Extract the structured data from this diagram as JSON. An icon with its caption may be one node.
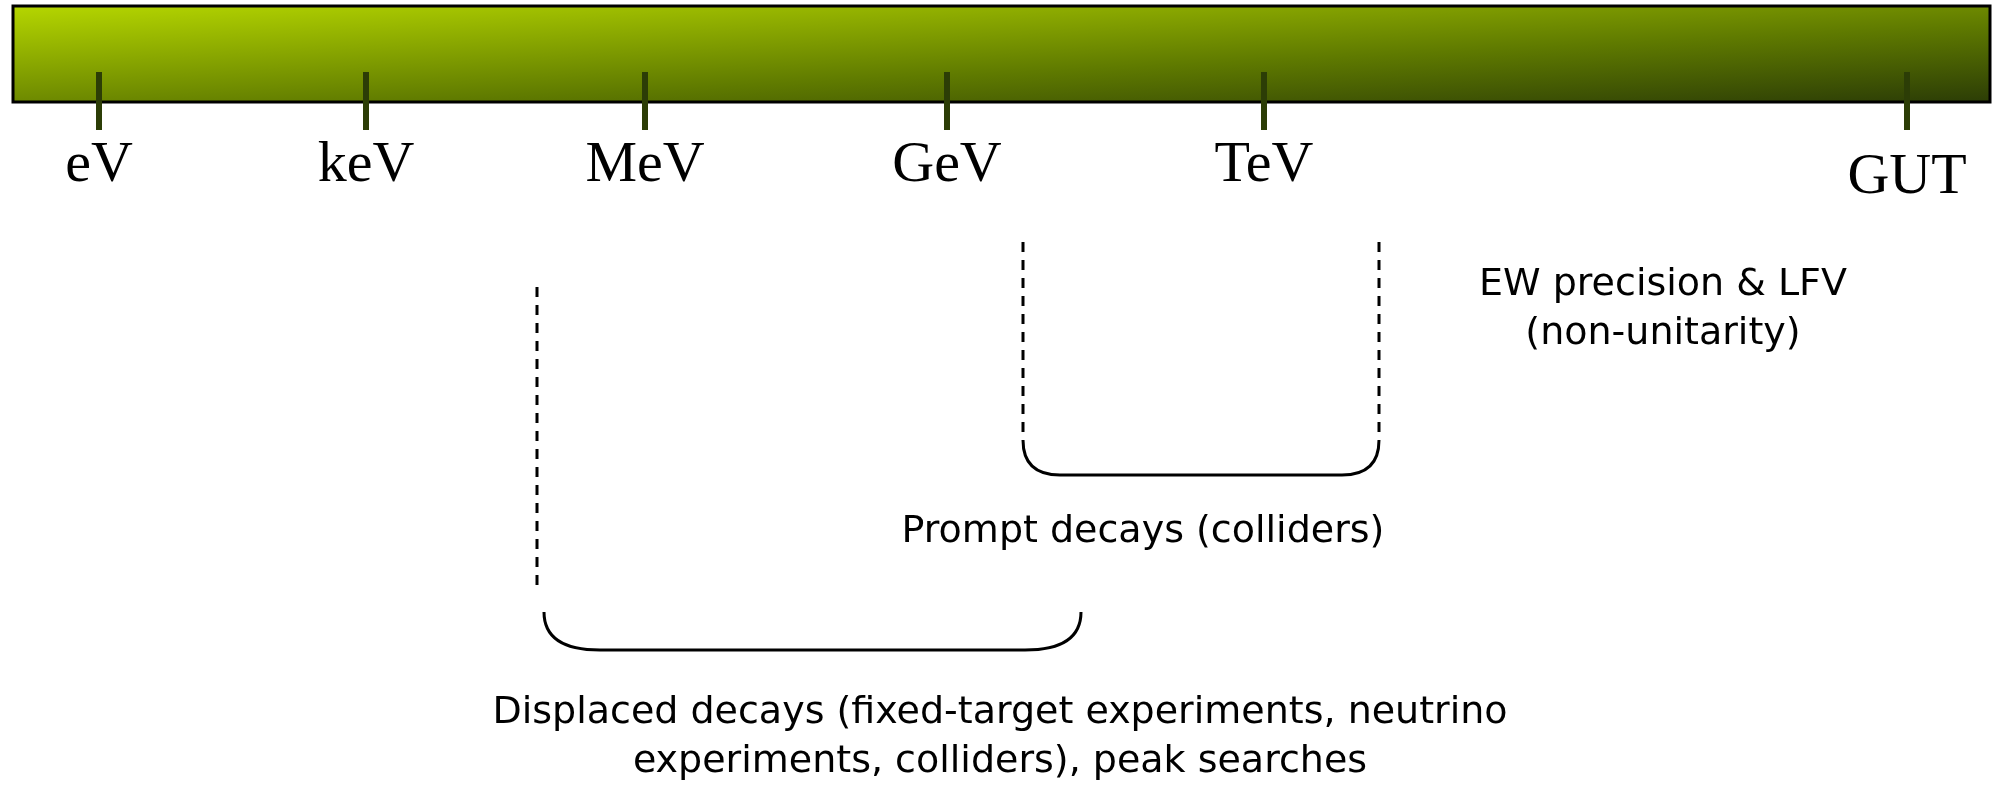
{
  "diagram": {
    "labels": [
      "eV",
      "keV",
      "MeV",
      "GeV",
      "TeV",
      "GUT",
      "EW precision & LFV (non-unitarity)",
      "Prompt decays (colliders)",
      "Displaced decays (fixed-target experiments, neutrino experiments, colliders), peak searches"
    ]
  }
}
